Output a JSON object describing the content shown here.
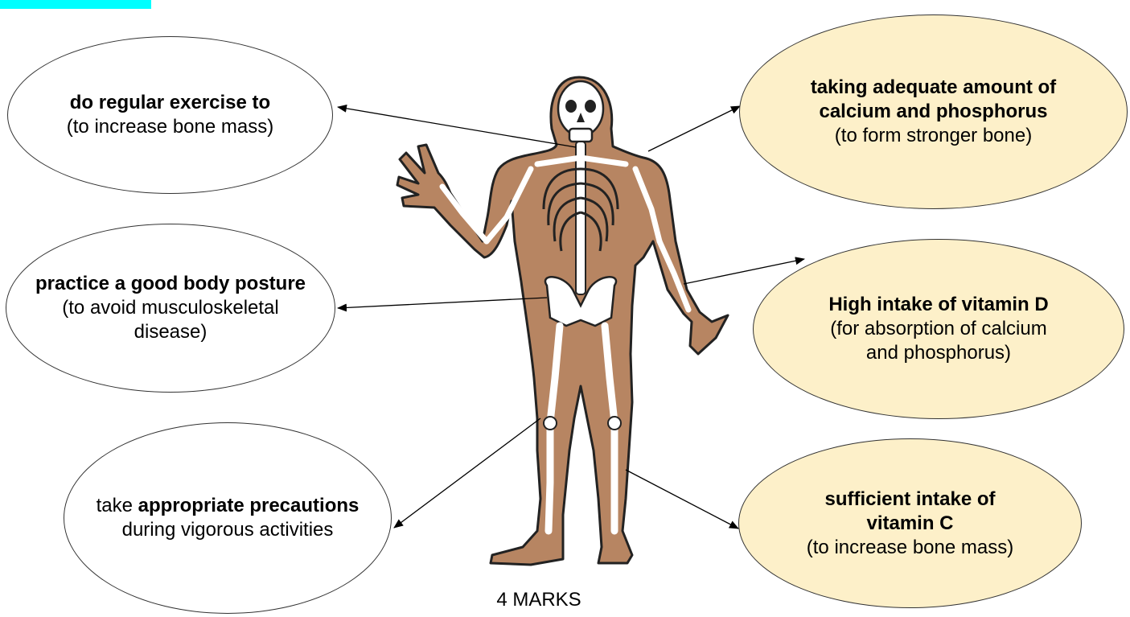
{
  "colors": {
    "accent_bar": "#00ffff",
    "cream_fill": "#fdf0c9",
    "skin": "#b78562",
    "bone": "#ffffff",
    "outline": "#222222"
  },
  "bubbles": {
    "exercise": {
      "bold": "do regular exercise to",
      "normal": "(to increase bone mass)"
    },
    "posture": {
      "bold": "practice a good body posture",
      "normal": "(to avoid musculoskeletal disease)"
    },
    "precautions": {
      "pre": "take ",
      "bold": "appropriate precautions",
      "normal": "during vigorous activities"
    },
    "calcium": {
      "bold": "taking adequate amount of calcium and phosphorus",
      "normal": "(to form stronger bone)"
    },
    "vitamin_d": {
      "bold": "High intake of vitamin D",
      "normal": "(for absorption of calcium and phosphorus)"
    },
    "vitamin_c": {
      "bold": "sufficient intake of vitamin C",
      "normal": "(to increase bone mass)"
    }
  },
  "footer": {
    "marks": "4 MARKS"
  }
}
